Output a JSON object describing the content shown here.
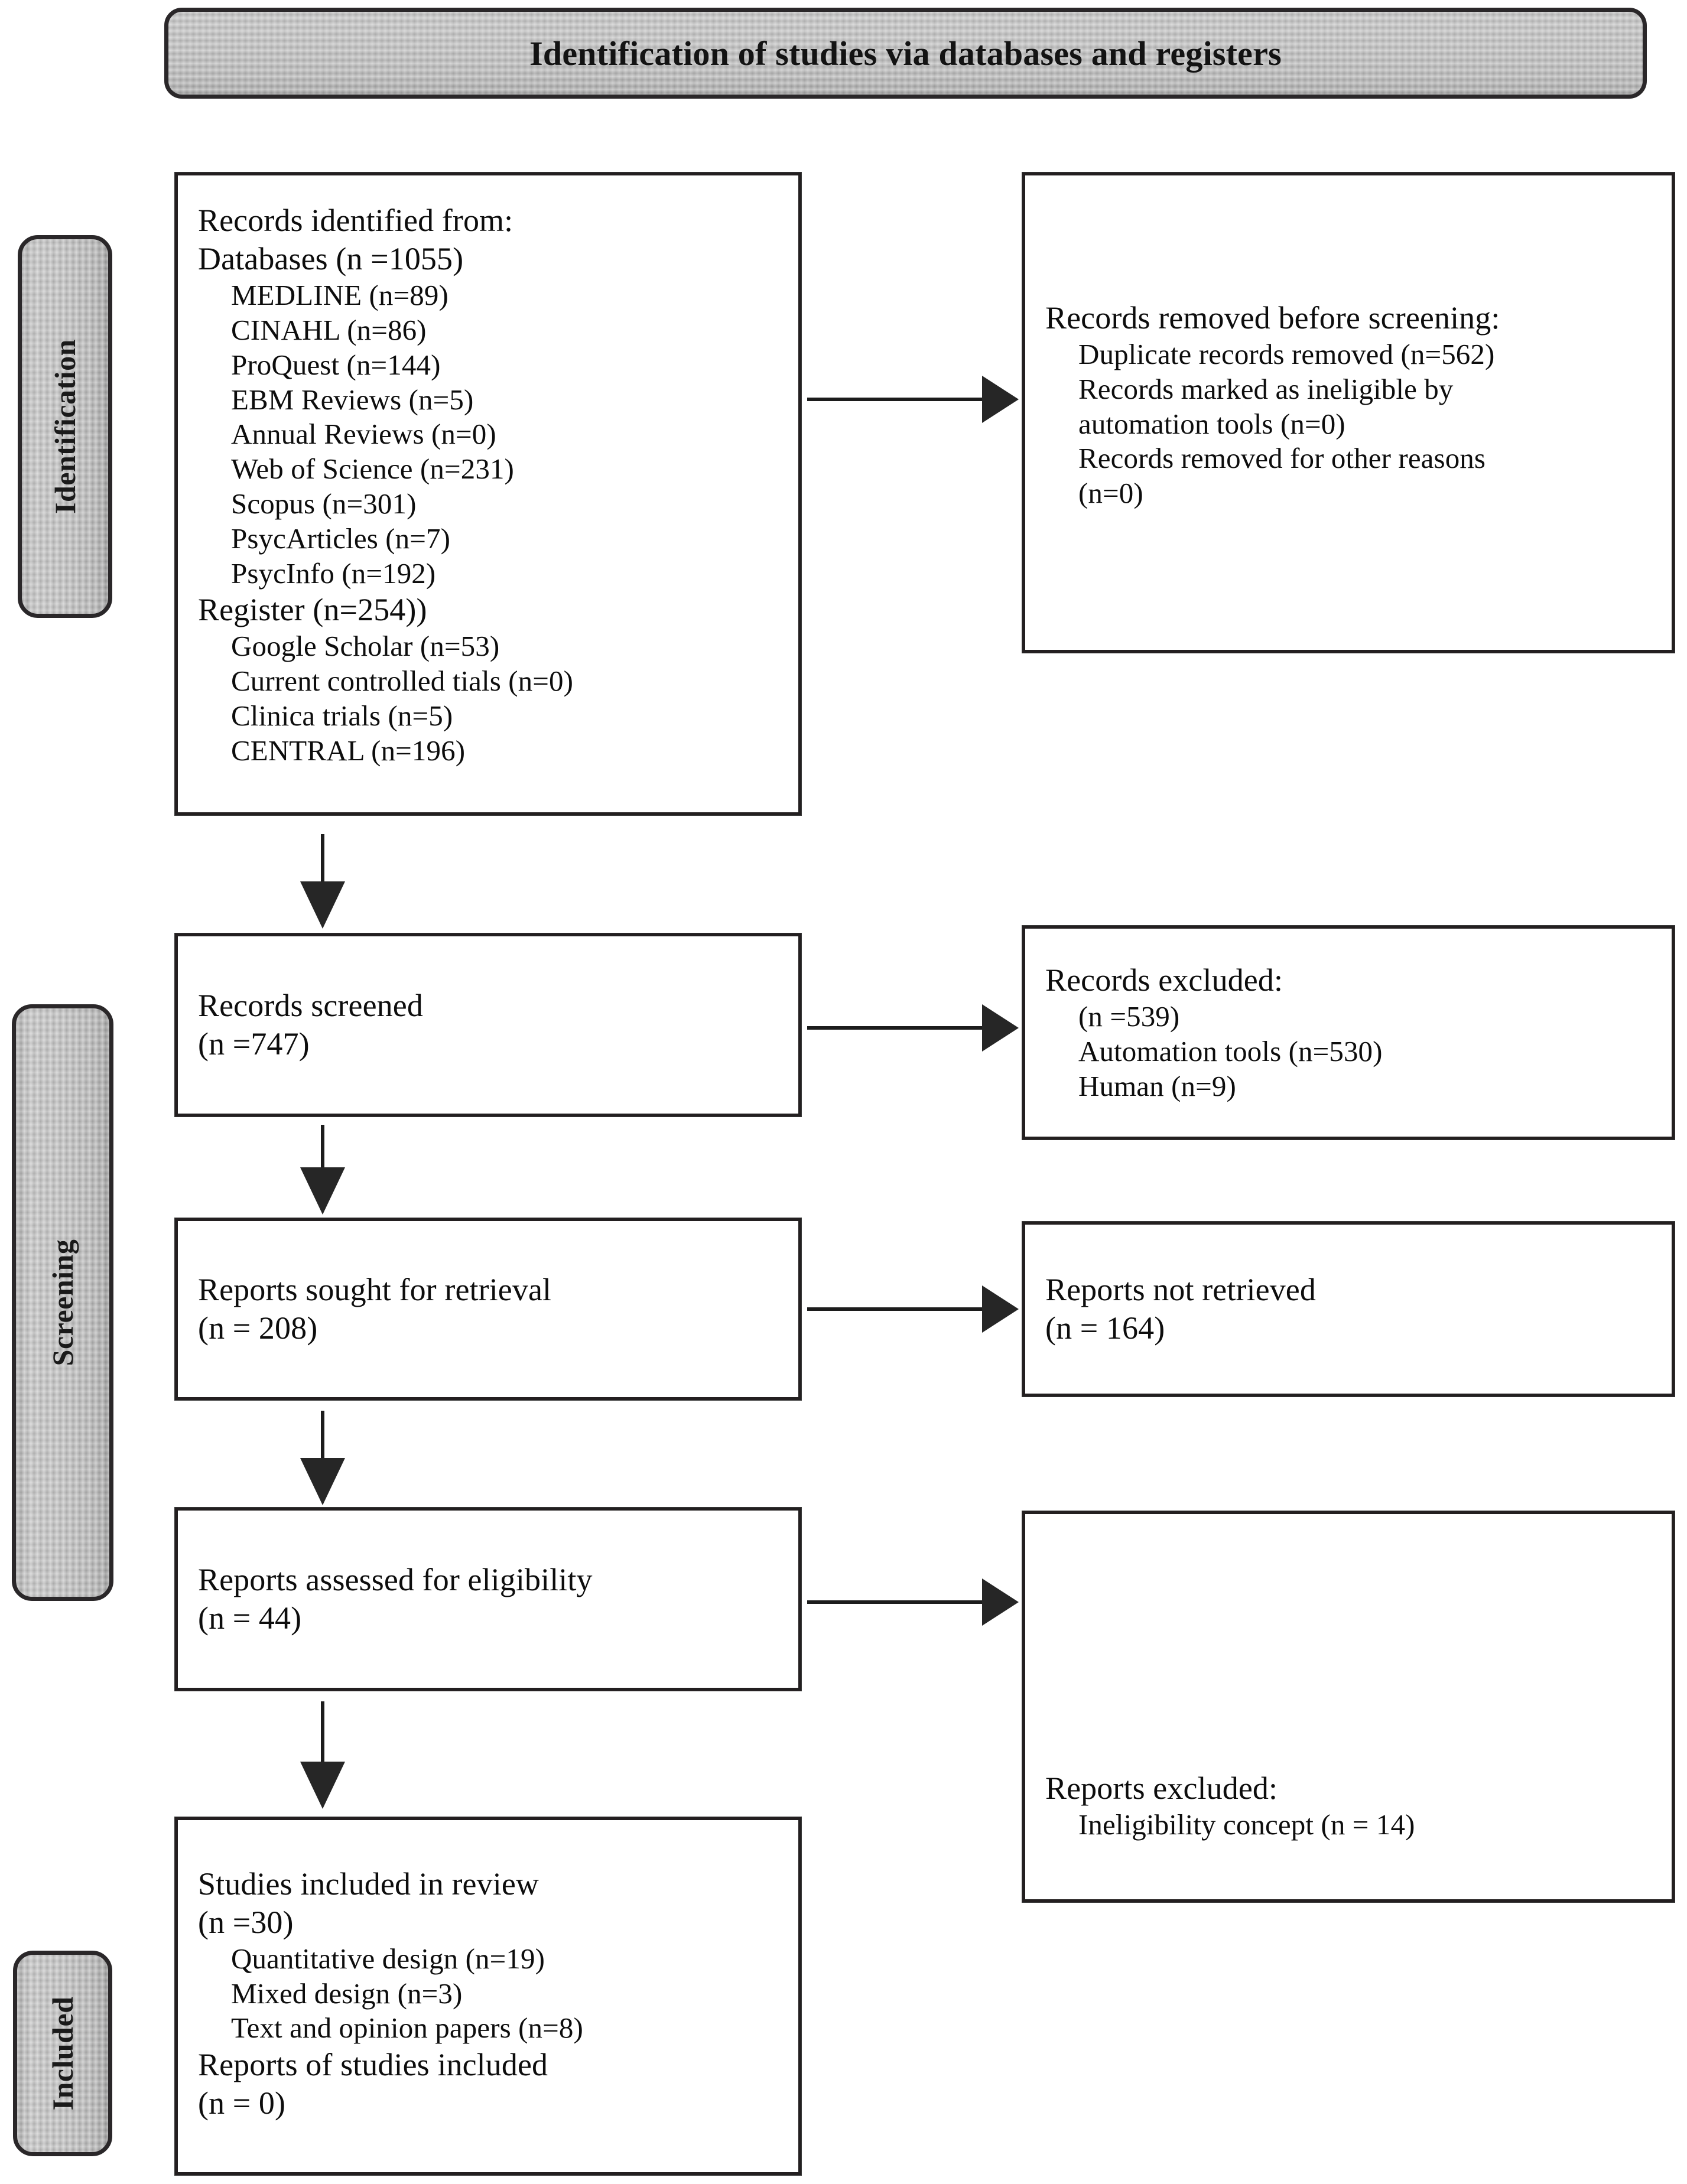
{
  "banner": {
    "title": "Identification of studies via databases and registers"
  },
  "rails": [
    {
      "label": "Identification"
    },
    {
      "label": "Screening"
    },
    {
      "label": "Included"
    }
  ],
  "boxes": {
    "records_identified": {
      "lines": [
        "Records identified from:",
        "Databases (n =1055)"
      ],
      "databases": [
        "MEDLINE (n=89)",
        "CINAHL (n=86)",
        "ProQuest (n=144)",
        "EBM Reviews (n=5)",
        "Annual Reviews (n=0)",
        "Web of Science (n=231)",
        "Scopus (n=301)",
        "PsycArticles (n=7)",
        "PsycInfo (n=192)"
      ],
      "register_heading": "Register (n=254))",
      "registers": [
        "Google Scholar (n=53)",
        "Current controlled tials (n=0)",
        "Clinica trials (n=5)",
        "CENTRAL (n=196)"
      ]
    },
    "records_removed": {
      "heading": "Records removed before screening:",
      "items": [
        "Duplicate records removed (n=562)",
        "Records marked as ineligible by",
        "automation tools (n=0)",
        "Records removed for other reasons",
        "(n=0)"
      ]
    },
    "records_screened": {
      "lines": [
        "Records screened",
        "(n =747)"
      ]
    },
    "records_excluded": {
      "heading": "Records excluded:",
      "total": "(n =539)",
      "items": [
        "Automation tools (n=530)",
        "Human (n=9)"
      ]
    },
    "reports_sought": {
      "lines": [
        "Reports sought for retrieval",
        "(n = 208)"
      ]
    },
    "reports_not_retrieved": {
      "lines": [
        "Reports not retrieved",
        "(n = 164)"
      ]
    },
    "reports_assessed": {
      "lines": [
        "Reports assessed for eligibility",
        "(n = 44)"
      ]
    },
    "reports_excluded": {
      "heading": "Reports excluded:",
      "items": [
        "Ineligibility concept (n = 14)"
      ]
    },
    "studies_included": {
      "lines": [
        "Studies included in review",
        "(n =30)"
      ],
      "designs": [
        "Quantitative design (n=19)",
        "Mixed design (n=3)",
        "Text and opinion papers (n=8)"
      ],
      "reports_lines": [
        "Reports of studies included",
        "(n = 0)"
      ]
    }
  },
  "colors": {
    "rail_fill": "#bdbdbd",
    "border": "#231f20",
    "text": "#0d0d0d",
    "arrow": "#262626"
  }
}
